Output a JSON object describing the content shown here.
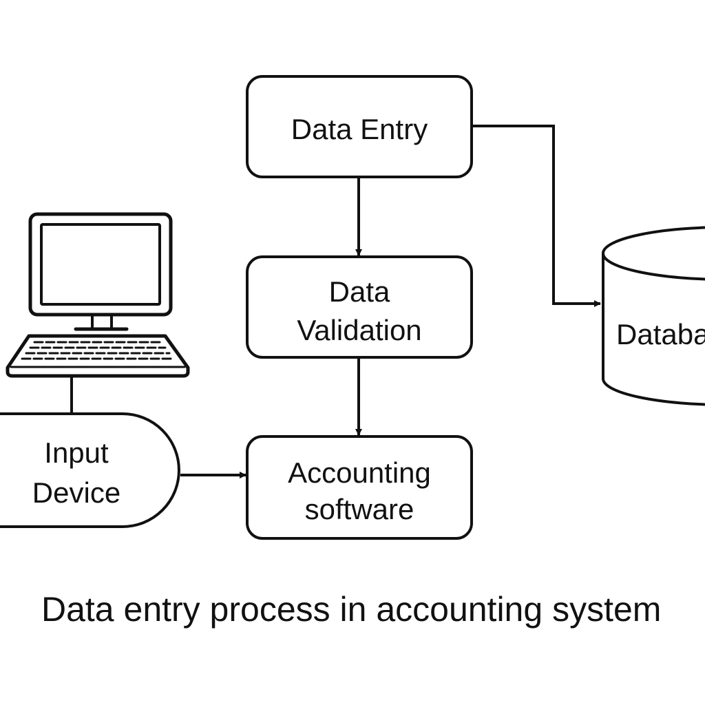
{
  "colors": {
    "stroke": "#111111",
    "background": "#ffffff"
  },
  "nodes": {
    "data_entry": {
      "label": "Data Entry"
    },
    "data_validation": {
      "label_line1": "Data",
      "label_line2": "Validation"
    },
    "accounting_software": {
      "label_line1": "Accounting",
      "label_line2": "software"
    },
    "input_device": {
      "label_line1": "Input",
      "label_line2": "Device"
    },
    "database": {
      "label": "Database"
    }
  },
  "icons": {
    "computer": "computer-icon"
  },
  "caption": "Data entry process in accounting system"
}
